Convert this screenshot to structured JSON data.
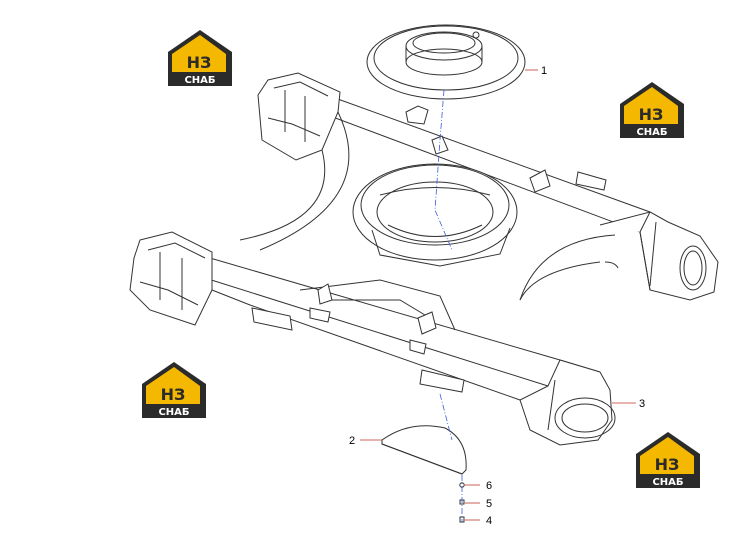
{
  "callouts": [
    {
      "id": "1",
      "label": "1"
    },
    {
      "id": "2",
      "label": "2"
    },
    {
      "id": "3",
      "label": "3"
    },
    {
      "id": "4",
      "label": "4"
    },
    {
      "id": "5",
      "label": "5"
    },
    {
      "id": "6",
      "label": "6"
    }
  ],
  "logo": {
    "mark": "НЗ",
    "word": "СНАБ",
    "colors": {
      "yellow": "#f5b800",
      "dark": "#2b2b2b",
      "white": "#ffffff"
    }
  },
  "colors": {
    "line": "#333333",
    "leader": "#c0392b",
    "axis": "#3b5bdb"
  }
}
